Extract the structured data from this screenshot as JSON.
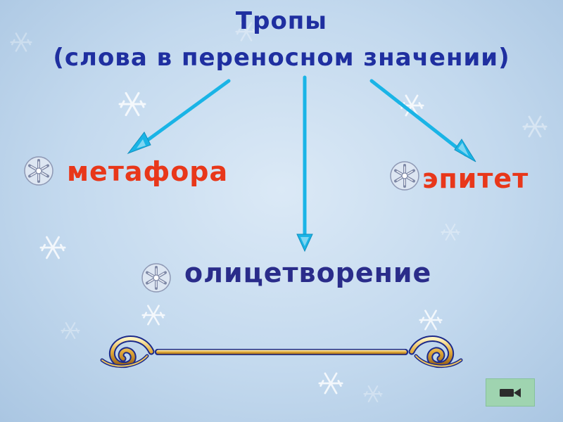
{
  "title": {
    "line1": "Тропы",
    "line2": "(слова в переносном значении)"
  },
  "branches": {
    "left": "метафора",
    "right": "эпитет",
    "center": "олицетворение"
  },
  "nav": {
    "icon": "video-camera-icon"
  },
  "colors": {
    "title": "#1f2fa0",
    "metaphor": "#e8371a",
    "epithet": "#e8371a",
    "personification": "#2a2c8a",
    "arrow": "#1ab4e6",
    "background": "#c3d9ee",
    "button": "#9fd4b0"
  }
}
